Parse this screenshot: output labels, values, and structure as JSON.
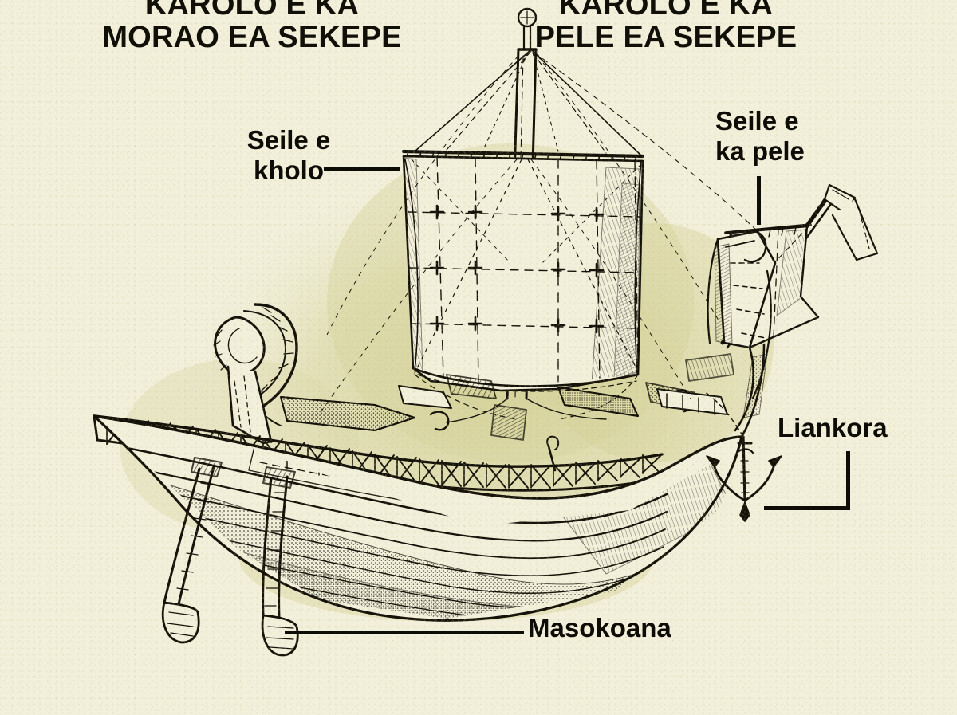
{
  "page": {
    "background_color": "#F2F0DB",
    "ink_color": "#0d0c06",
    "shadow_tint_color": "#D6D29B",
    "subject": "annotated engraving of an ancient sailing ship"
  },
  "headings": {
    "left": "KAROLO E KA\nMORAO EA SEKEPE",
    "right": "KAROLO E KA\nPELE EA SEKEPE"
  },
  "labels": {
    "sail_main": "Seile e\nkholo",
    "sail_fore": "Seile e\nka pele",
    "anchor": "Liankora",
    "rudder": "Masokoana"
  },
  "illustration": {
    "title": "ancient-ship-engraving",
    "parts": [
      "mast-finial-ball",
      "main-square-sail",
      "yard-arm",
      "rigging-shrouds",
      "fore-sail",
      "bowsprit",
      "swan-neck-stern-ornament",
      "lattice-railing",
      "hull-planking",
      "steering-oars",
      "anchor"
    ]
  }
}
